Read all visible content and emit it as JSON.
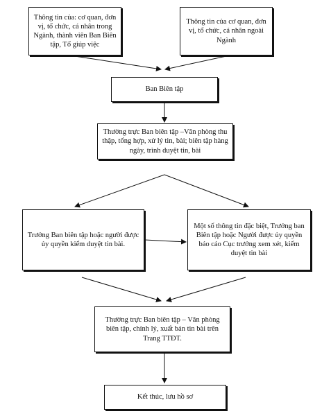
{
  "nodes": {
    "n1": "Thông tin của: cơ quan, đơn vị, tổ chức, cá nhân trong Ngành, thành viên Ban Biên tập, Tổ giúp việc",
    "n2": "Thông tin của cơ quan, đơn vị, tổ chức, cá nhân ngoài Ngành",
    "n3": "Ban Biên tập",
    "n4": "Thường trực Ban biên tập –Văn phòng thu thập, tổng hợp, xử lý tin, bài; biên tập hàng ngày, trình duyệt tin, bài",
    "n5": "Trưởng Ban biên tập hoặc người được ủy quyền kiểm duyệt tin bài.",
    "n6": "Một số thông tin đặc biệt, Trưởng ban Biên tập hoặc Người được ủy quyền báo cáo Cục trưởng xem xét, kiểm duyệt tin bài",
    "n7": "Thường trực Ban biên tập – Văn phòng biên tập, chỉnh lý, xuất bản tin bài trên Trang TTĐT.",
    "n8": "Kết thúc, lưu hồ sơ"
  },
  "colors": {
    "line": "#111111",
    "background": "#ffffff"
  }
}
